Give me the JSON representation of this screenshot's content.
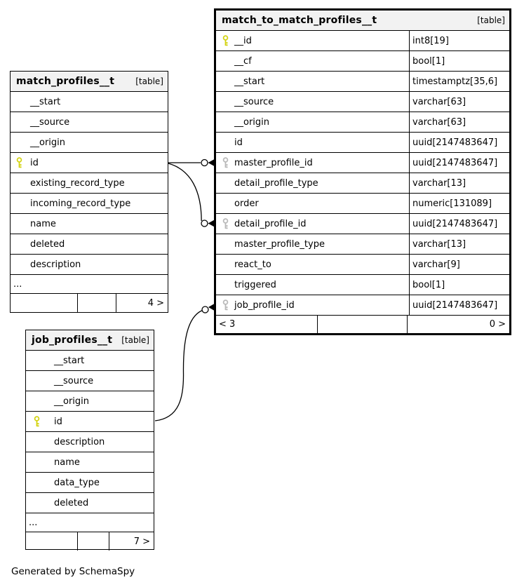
{
  "credit": "Generated by SchemaSpy",
  "colors": {
    "primary_key": "#d3d312",
    "foreign_key": "#b9b9b9",
    "header_bg": "#f2f2f2",
    "border": "#000000",
    "row_bg": "#ffffff"
  },
  "relationships": [
    {
      "from": "match_profiles__t.id",
      "to": "match_to_match_profiles__t.master_profile_id"
    },
    {
      "from": "match_profiles__t.id",
      "to": "match_to_match_profiles__t.detail_profile_id"
    },
    {
      "from": "job_profiles__t.id",
      "to": "match_to_match_profiles__t.job_profile_id"
    }
  ],
  "tables": {
    "t1": {
      "title": "match_to_match_profiles__t",
      "tag": "[table]",
      "columns": [
        {
          "name": "__id",
          "type": "int8[19]",
          "key": "primary"
        },
        {
          "name": "__cf",
          "type": "bool[1]",
          "key": ""
        },
        {
          "name": "__start",
          "type": "timestamptz[35,6]",
          "key": ""
        },
        {
          "name": "__source",
          "type": "varchar[63]",
          "key": ""
        },
        {
          "name": "__origin",
          "type": "varchar[63]",
          "key": ""
        },
        {
          "name": "id",
          "type": "uuid[2147483647]",
          "key": ""
        },
        {
          "name": "master_profile_id",
          "type": "uuid[2147483647]",
          "key": "foreign"
        },
        {
          "name": "detail_profile_type",
          "type": "varchar[13]",
          "key": ""
        },
        {
          "name": "order",
          "type": "numeric[131089]",
          "key": ""
        },
        {
          "name": "detail_profile_id",
          "type": "uuid[2147483647]",
          "key": "foreign"
        },
        {
          "name": "master_profile_type",
          "type": "varchar[13]",
          "key": ""
        },
        {
          "name": "react_to",
          "type": "varchar[9]",
          "key": ""
        },
        {
          "name": "triggered",
          "type": "bool[1]",
          "key": ""
        },
        {
          "name": "job_profile_id",
          "type": "uuid[2147483647]",
          "key": "foreign"
        }
      ],
      "footer": {
        "left": "< 3",
        "middle": "",
        "right": "0 >"
      }
    },
    "t2": {
      "title": "match_profiles__t",
      "tag": "[table]",
      "columns": [
        {
          "name": "__start",
          "key": ""
        },
        {
          "name": "__source",
          "key": ""
        },
        {
          "name": "__origin",
          "key": ""
        },
        {
          "name": "id",
          "key": "primary"
        },
        {
          "name": "existing_record_type",
          "key": ""
        },
        {
          "name": "incoming_record_type",
          "key": ""
        },
        {
          "name": "name",
          "key": ""
        },
        {
          "name": "deleted",
          "key": ""
        },
        {
          "name": "description",
          "key": ""
        }
      ],
      "ellipsis": "...",
      "footer": {
        "left": "",
        "middle": "",
        "right": "4 >"
      }
    },
    "t3": {
      "title": "job_profiles__t",
      "tag": "[table]",
      "columns": [
        {
          "name": "__start",
          "key": ""
        },
        {
          "name": "__source",
          "key": ""
        },
        {
          "name": "__origin",
          "key": ""
        },
        {
          "name": "id",
          "key": "primary"
        },
        {
          "name": "description",
          "key": ""
        },
        {
          "name": "name",
          "key": ""
        },
        {
          "name": "data_type",
          "key": ""
        },
        {
          "name": "deleted",
          "key": ""
        }
      ],
      "ellipsis": "...",
      "footer": {
        "left": "",
        "middle": "",
        "right": "7 >"
      }
    }
  }
}
